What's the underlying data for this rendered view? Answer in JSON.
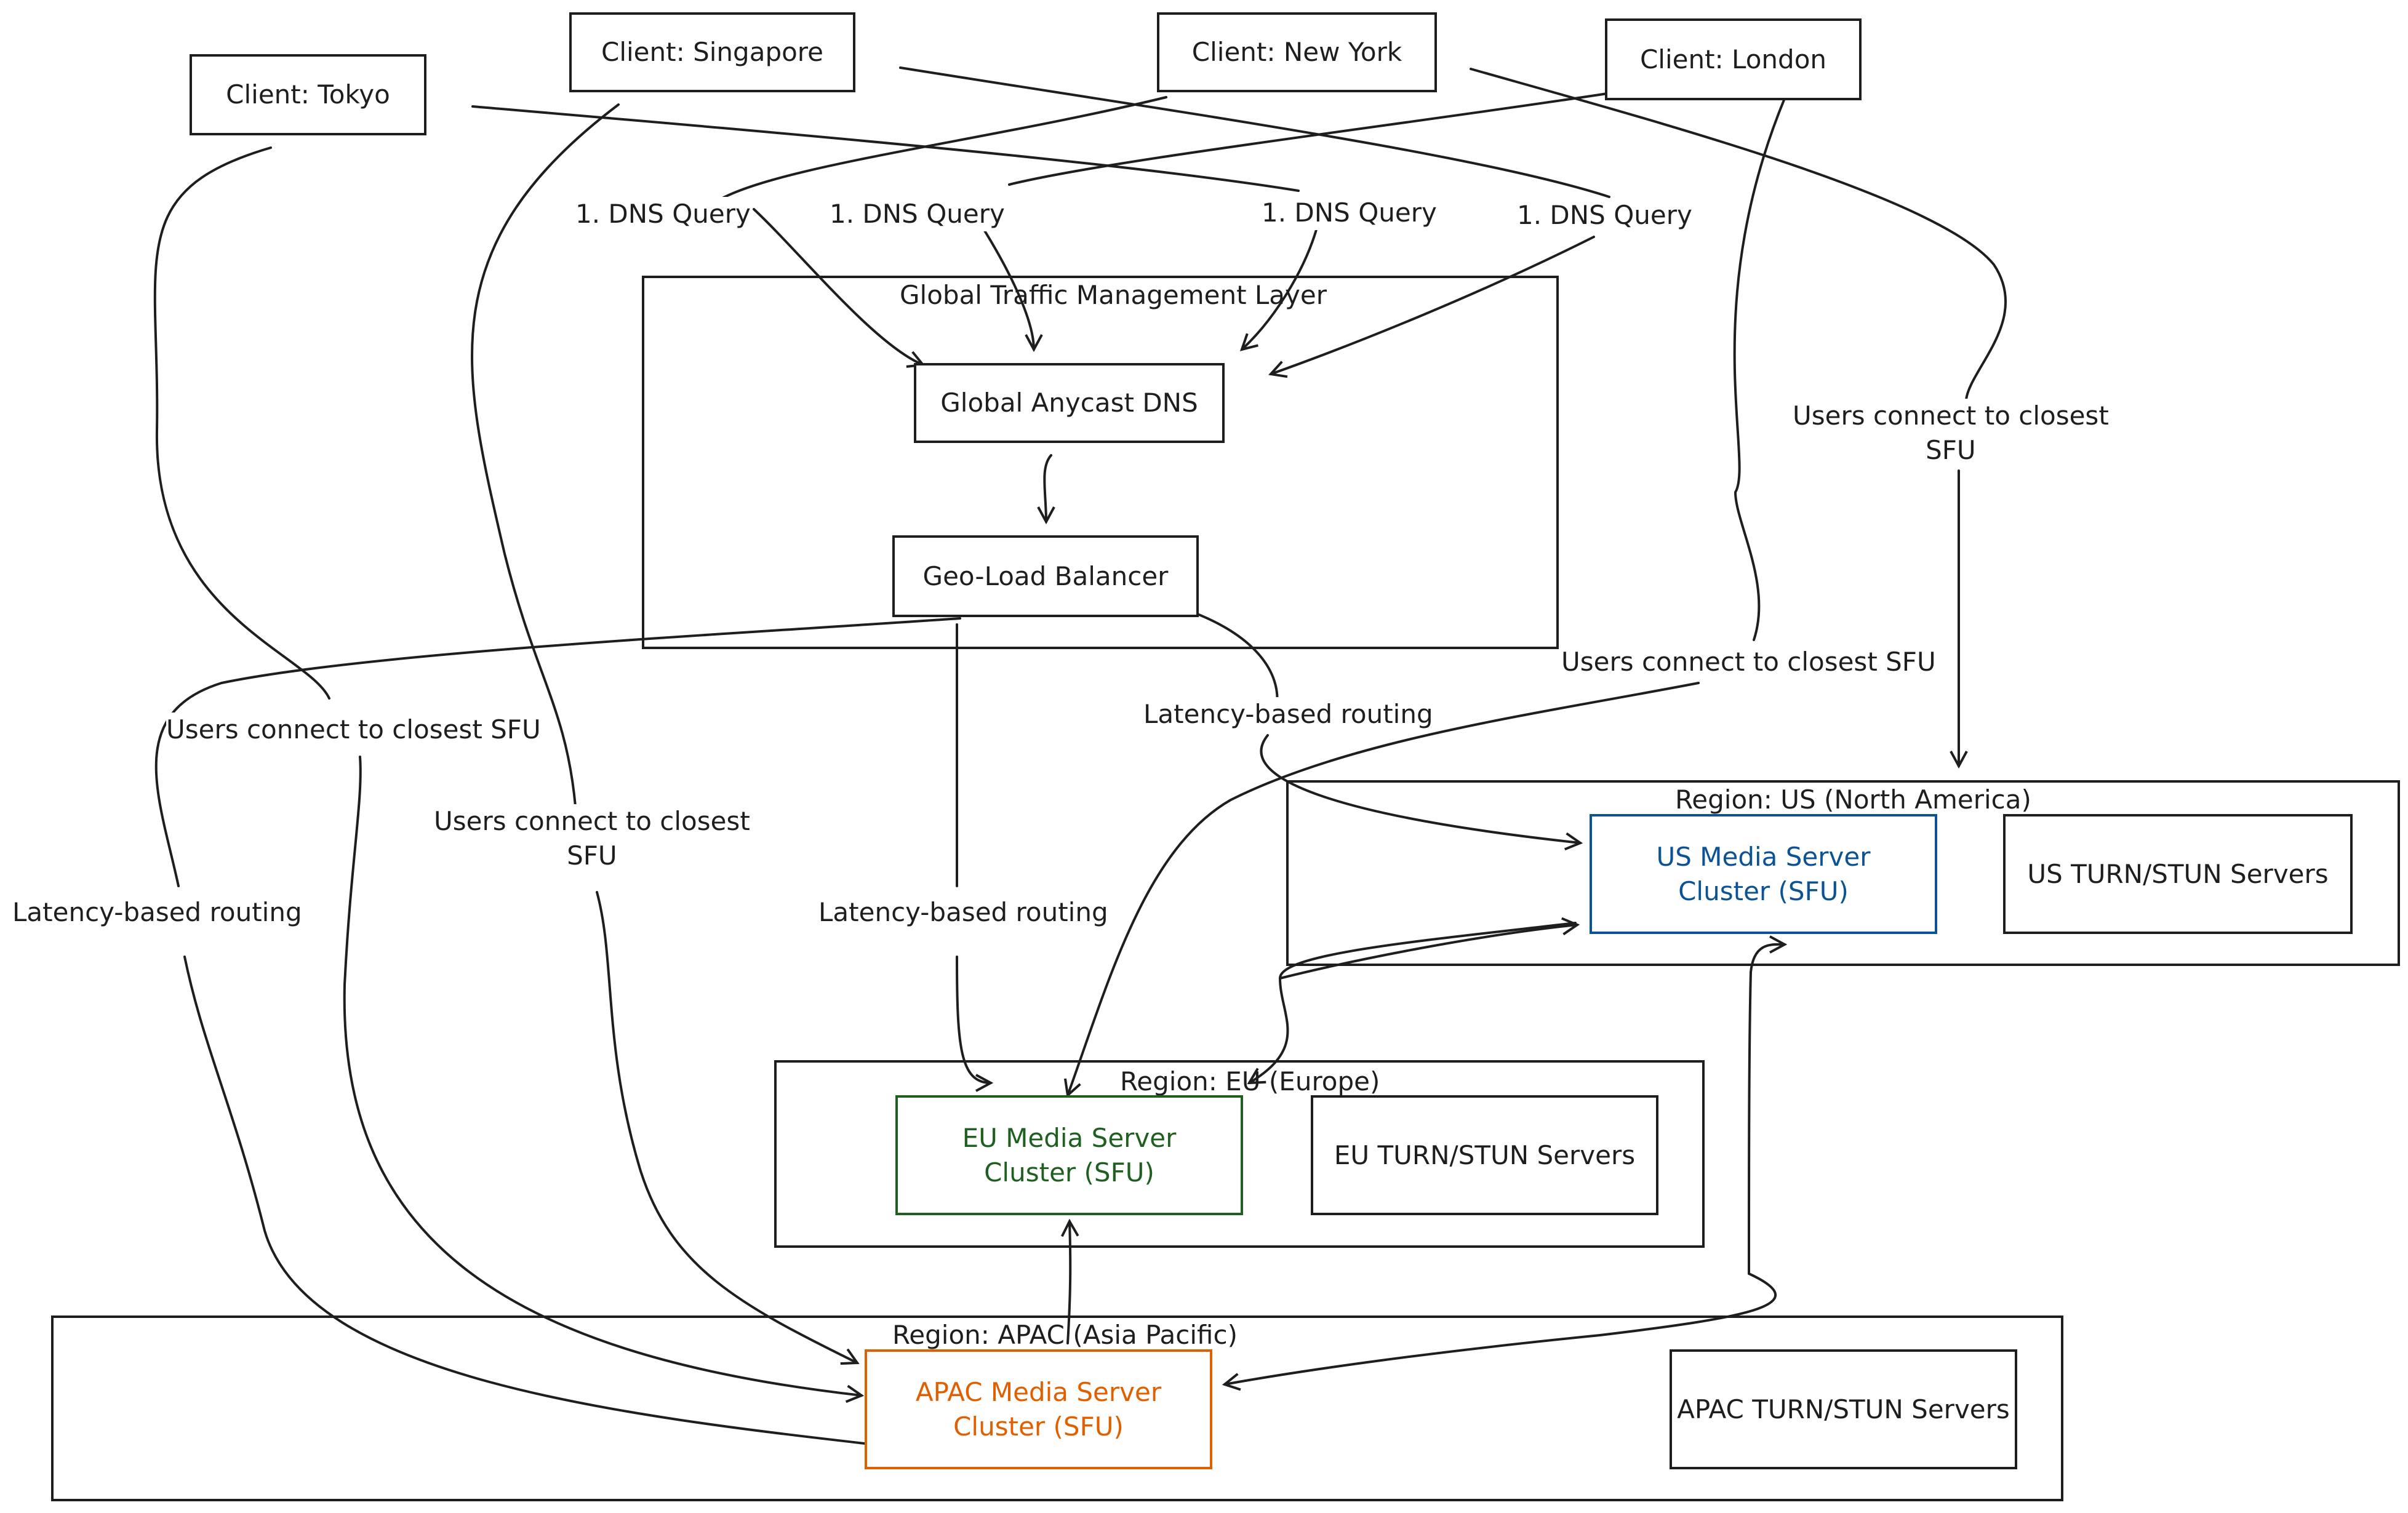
{
  "diagram": {
    "colors": {
      "stroke": "#1e1e1e",
      "us": "#0b5394",
      "eu": "#1f5f1f",
      "apac": "#e06000"
    },
    "clients": {
      "tokyo": "Client: Tokyo",
      "singapore": "Client: Singapore",
      "new_york": "Client: New York",
      "london": "Client: London"
    },
    "groups": {
      "gtm": "Global Traffic Management Layer",
      "us": "Region: US (North America)",
      "eu": "Region: EU (Europe)",
      "apac": "Region: APAC (Asia Pacific)"
    },
    "nodes": {
      "dns": "Global Anycast DNS",
      "geolb": "Geo-Load Balancer",
      "us_sfu": "US Media Server Cluster (SFU)",
      "us_turn": "US TURN/STUN Servers",
      "eu_sfu": "EU Media Server Cluster (SFU)",
      "eu_turn": "EU TURN/STUN Servers",
      "apac_sfu": "APAC Media Server Cluster (SFU)",
      "apac_turn": "APAC TURN/STUN Servers"
    },
    "edge_labels": {
      "dns_query_1": "1. DNS Query",
      "dns_query_2": "1. DNS Query",
      "dns_query_3": "1. DNS Query",
      "dns_query_4": "1. DNS Query",
      "latency_us": "Latency-based routing",
      "latency_eu": "Latency-based routing",
      "latency_apac": "Latency-based routing",
      "users_tokyo": "Users connect to closest SFU",
      "users_singapore": "Users connect to closest\nSFU",
      "users_london": "Users connect to closest SFU",
      "users_newyork": "Users connect to closest\nSFU"
    }
  }
}
